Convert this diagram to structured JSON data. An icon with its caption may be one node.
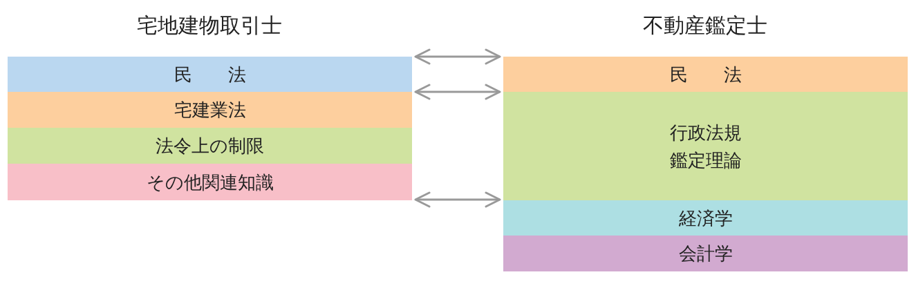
{
  "diagram": {
    "nodes": [
      {
        "text": [
          "民　　法"
        ]
      },
      {
        "text": [
          "宅建業法"
        ]
      },
      {
        "text": [
          "法令上の制限"
        ]
      },
      {
        "text": [
          "その他関連知識"
        ]
      },
      {
        "text": [
          "民　　法"
        ]
      },
      {
        "text": [
          "行政法規",
          "鑑定理論"
        ]
      },
      {
        "text": [
          "経済学"
        ]
      },
      {
        "text": [
          "会計学"
        ]
      }
    ],
    "edges": [
      {
        "from": 0,
        "to": 4,
        "arrow": "both"
      },
      {
        "from": 1,
        "to": 5,
        "arrow": "both"
      },
      {
        "from": 3,
        "to": 5,
        "arrow": "both"
      }
    ],
    "labels": [
      "宅地建物取引士",
      "不動産鑑定士"
    ]
  }
}
